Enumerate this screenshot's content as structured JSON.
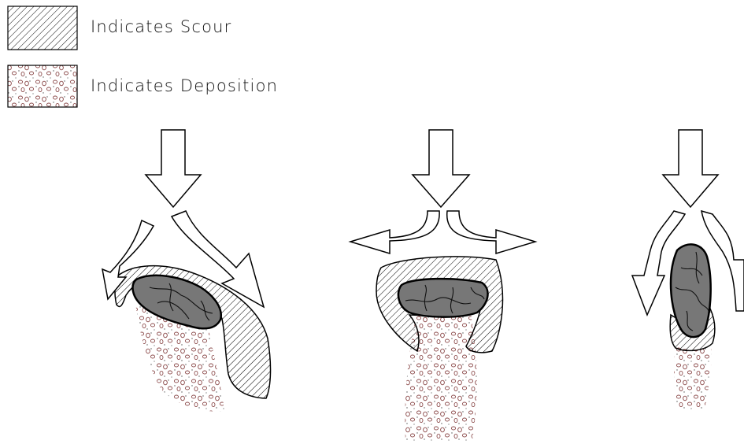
{
  "legend": {
    "scour_label": "Indicates Scour",
    "deposition_label": "Indicates Deposition",
    "scour_pattern": "diagonal-hatch",
    "deposition_pattern": "pebbles-dots"
  },
  "colors": {
    "outline": "#000000",
    "boulder_fill": "#777777",
    "pebble": "#8b4a4a",
    "hatch": "#000000"
  },
  "panels": [
    {
      "flow": "diagonal-approach",
      "boulder": "elongated-oblique"
    },
    {
      "flow": "head-on",
      "boulder": "elongated-transverse"
    },
    {
      "flow": "head-on",
      "boulder": "elongated-parallel"
    }
  ]
}
